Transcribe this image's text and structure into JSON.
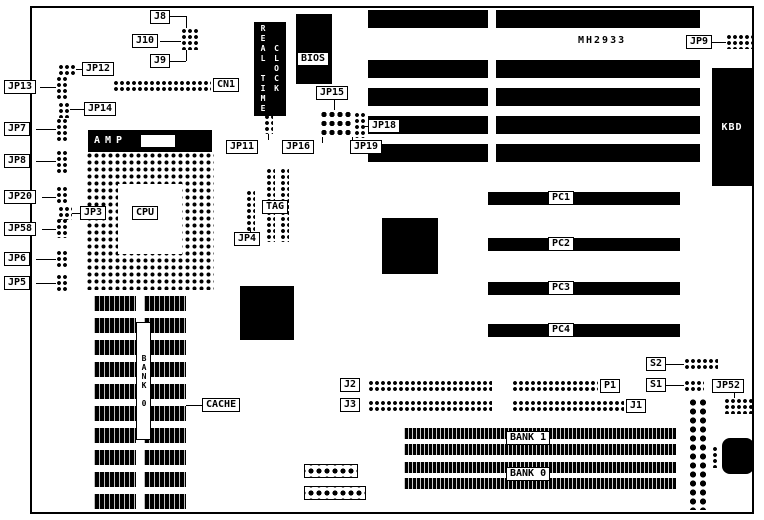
{
  "diagram": {
    "part_number": "MH2933",
    "labels": {
      "j8": "J8",
      "j10": "J10",
      "j9": "J9",
      "jp12": "JP12",
      "jp13": "JP13",
      "jp14": "JP14",
      "jp7": "JP7",
      "jp8": "JP8",
      "jp20": "JP20",
      "jp58": "JP58",
      "jp6": "JP6",
      "jp5": "JP5",
      "jp3": "JP3",
      "cn1": "CN1",
      "bios": "BIOS",
      "rtc_col1": "REAL TIME",
      "rtc_col2": "CLOCK",
      "jp15": "JP15",
      "jp16": "JP16",
      "jp18": "JP18",
      "jp19": "JP19",
      "jp11": "JP11",
      "jp4": "JP4",
      "amp": "AMP",
      "cpu": "CPU",
      "tag": "TAG",
      "cache": "CACHE",
      "bank0_cache": "BANK 0",
      "j2": "J2",
      "j3": "J3",
      "p1": "P1",
      "j1": "J1",
      "s2": "S2",
      "s1": "S1",
      "jp52": "JP52",
      "jp9": "JP9",
      "pc1": "PC1",
      "pc2": "PC2",
      "pc3": "PC3",
      "pc4": "PC4",
      "kbd": "KBD",
      "bank1_simm": "BANK 1",
      "bank0_simm": "BANK 0"
    }
  }
}
